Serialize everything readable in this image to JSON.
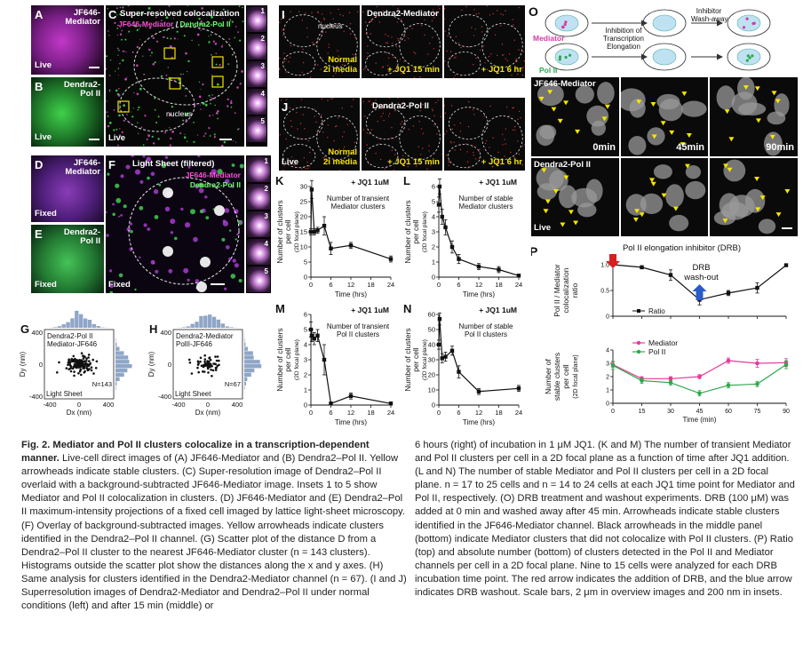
{
  "panels": {
    "A": {
      "letter": "A",
      "label": "JF646-\nMediator",
      "tag": "Live"
    },
    "B": {
      "letter": "B",
      "label": "Dendra2-\nPol II",
      "tag": "Live"
    },
    "C": {
      "letter": "C",
      "title": "Super-resolved colocalization",
      "sub_mag": "JF646-Mediator",
      "sub_sep": " / ",
      "sub_grn": "Dendra2-Pol II",
      "nucleus": "nucleus",
      "tag": "Live",
      "insets": [
        "1",
        "2",
        "3",
        "4",
        "5"
      ]
    },
    "D": {
      "letter": "D",
      "label": "JF646-\nMediator",
      "tag": "Fixed"
    },
    "E": {
      "letter": "E",
      "label": "Dendra2-\nPol II",
      "tag": "Fixed"
    },
    "F": {
      "letter": "F",
      "title": "Light Sheet (filtered)",
      "sub_mag": "JF646-Mediator",
      "sub_grn": "Dendra2-Pol II",
      "tag": "Fixed",
      "insets": [
        "1",
        "2",
        "3",
        "4",
        "5"
      ]
    },
    "G": {
      "letter": "G",
      "title": "Dendra2-Pol II\nMediator-JF646",
      "n": "N=143",
      "method": "Light Sheet"
    },
    "H": {
      "letter": "H",
      "title": "Dendra2-Mediator\nPolII-JF646",
      "n": "N=67",
      "method": "Light Sheet"
    },
    "I": {
      "letter": "I",
      "nucleus": "nucleus",
      "header": "Dendra2-Mediator",
      "c1": "Normal\n2i media",
      "c2": "+ JQ1  15 min",
      "c3": "+ JQ1  6 hr"
    },
    "J": {
      "letter": "J",
      "header": "Dendra2-Pol II",
      "c1": "Normal\n2i media",
      "c2": "+ JQ1  15 min",
      "c3": "+ JQ1  6 hr",
      "tag": "Live"
    },
    "O": {
      "letter": "O",
      "mediator": "Mediator",
      "polii": "Pol II",
      "step1": "Inhibition of\nTranscription\nElongation",
      "step2": "Inhibitor\nWash-away",
      "row1": "JF646-Mediator",
      "row2": "Dendra2-Pol II",
      "t0": "0min",
      "t45": "45min",
      "t90": "90min",
      "tag": "Live"
    }
  },
  "scatter": {
    "axis_x": "Dx (nm)",
    "axis_y": "Dy (nm)",
    "ticks_x": [
      "-400",
      "0",
      "400"
    ],
    "ticks_y": [
      "400",
      "0",
      "-400"
    ]
  },
  "chart_data": [
    {
      "id": "K",
      "type": "line",
      "letter": "K",
      "title": "+ JQ1  1uM",
      "annotation": "Number of transient\nMediator clusters",
      "ylabel": "Number of clusters\nper cell",
      "ylabel2": "(2D focal plane)",
      "xlabel": "Time (hrs)",
      "xlim": [
        0,
        24
      ],
      "ylim": [
        0,
        30
      ],
      "xticks": [
        0,
        6,
        12,
        18,
        24
      ],
      "yticks": [
        0,
        5,
        10,
        15,
        20,
        25,
        30
      ],
      "x": [
        0,
        0.25,
        1,
        2,
        4,
        6,
        12,
        24
      ],
      "y": [
        15,
        29,
        15,
        15.5,
        17,
        9.5,
        10.5,
        6
      ],
      "err": [
        1,
        3,
        1,
        1,
        3,
        2,
        1,
        1
      ]
    },
    {
      "id": "L",
      "type": "line",
      "letter": "L",
      "title": "+ JQ1  1uM",
      "annotation": "Number of stable\nMediator clusters",
      "ylabel": "Number of clusters\nper cell",
      "ylabel2": "(2D focal plane)",
      "xlabel": "Time (hrs)",
      "xlim": [
        0,
        24
      ],
      "ylim": [
        0,
        6
      ],
      "xticks": [
        0,
        6,
        12,
        18,
        24
      ],
      "yticks": [
        0,
        1,
        2,
        3,
        4,
        5,
        6
      ],
      "x": [
        0,
        0.25,
        1,
        2,
        4,
        6,
        12,
        18,
        24
      ],
      "y": [
        4.8,
        6,
        4,
        3.3,
        2,
        1.2,
        0.7,
        0.5,
        0.1
      ],
      "err": [
        0.5,
        0.5,
        0.5,
        0.5,
        0.4,
        0.3,
        0.2,
        0.2,
        0.1
      ]
    },
    {
      "id": "M",
      "type": "line",
      "letter": "M",
      "title": "+ JQ1  1uM",
      "annotation": "Number of transient\nPol II clusters",
      "ylabel": "Number of clusters\nper cell",
      "ylabel2": "(2D focal plane)",
      "xlabel": "Time (hrs)",
      "xlim": [
        0,
        24
      ],
      "ylim": [
        0,
        6
      ],
      "xticks": [
        0,
        6,
        12,
        18,
        24
      ],
      "yticks": [
        0,
        1,
        2,
        3,
        4,
        5,
        6
      ],
      "x": [
        0,
        0.25,
        1,
        2,
        4,
        6,
        12,
        24
      ],
      "y": [
        5,
        4.6,
        4.4,
        4.6,
        3,
        0.1,
        0.6,
        0.1
      ],
      "err": [
        0.5,
        0.4,
        0.4,
        0.4,
        1,
        0.1,
        0.2,
        0.1
      ]
    },
    {
      "id": "N",
      "type": "line",
      "letter": "N",
      "title": "+ JQ1  1uM",
      "annotation": "Number of stable\nPol II clusters",
      "ylabel": "Number of clusters\nper cell",
      "ylabel2": "(2D focal plane)",
      "xlabel": "Time (hrs)",
      "xlim": [
        0,
        24
      ],
      "ylim": [
        0,
        60
      ],
      "xticks": [
        0,
        6,
        12,
        18,
        24
      ],
      "yticks": [
        0,
        10,
        20,
        30,
        40,
        50,
        60
      ],
      "x": [
        0,
        0.25,
        1,
        2,
        4,
        6,
        12,
        24
      ],
      "y": [
        40,
        57,
        31,
        32,
        36,
        22,
        9,
        11
      ],
      "err": [
        3,
        4,
        3,
        3,
        3,
        4,
        2,
        2
      ]
    },
    {
      "id": "P1",
      "type": "line",
      "letter": "P",
      "title": "Pol II elongation inhibitor (DRB)",
      "annotation": "DRB\nwash-out",
      "legend": [
        "Ratio"
      ],
      "ylabel": "Pol II / Mediator\ncolocalization\nratio",
      "xlim": [
        0,
        90
      ],
      "ylim": [
        0,
        1
      ],
      "xticks": [
        0,
        15,
        30,
        45,
        60,
        75,
        90
      ],
      "yticks": [
        "0",
        "0.5",
        "1.0"
      ],
      "x": [
        0,
        15,
        30,
        45,
        60,
        75,
        90
      ],
      "y": [
        1.0,
        0.95,
        0.8,
        0.32,
        0.45,
        0.55,
        0.99
      ],
      "err": [
        0.02,
        0.03,
        0.1,
        0.1,
        0.05,
        0.1,
        0.02
      ]
    },
    {
      "id": "P2",
      "type": "line",
      "letter": "",
      "xlabel": "Time (min)",
      "ylabel": "Number of\nstable clusters\nper cell",
      "ylabel2": "(2D focal plane)",
      "xlim": [
        0,
        90
      ],
      "ylim": [
        0,
        4
      ],
      "xticks": [
        0,
        15,
        30,
        45,
        60,
        75,
        90
      ],
      "yticks": [
        0,
        1,
        2,
        3,
        4
      ],
      "series": [
        {
          "name": "Mediator",
          "color": "#e8389b",
          "x": [
            0,
            15,
            30,
            45,
            60,
            75,
            90
          ],
          "y": [
            2.9,
            1.85,
            1.85,
            2.0,
            3.2,
            3.0,
            3.05
          ],
          "err": [
            0.2,
            0.15,
            0.15,
            0.15,
            0.2,
            0.3,
            0.3
          ]
        },
        {
          "name": "Pol II",
          "color": "#2ea84a",
          "x": [
            0,
            15,
            30,
            45,
            60,
            75,
            90
          ],
          "y": [
            2.85,
            1.7,
            1.55,
            0.75,
            1.35,
            1.45,
            2.9
          ],
          "err": [
            0.3,
            0.2,
            0.2,
            0.2,
            0.2,
            0.2,
            0.3
          ]
        }
      ]
    }
  ],
  "caption": {
    "fig": "Fig. 2.",
    "title": " Mediator and Pol II clusters colocalize in a transcription-dependent manner.",
    "left": " Live-cell direct images of (A) JF646-Mediator and (B) Dendra2–Pol II. Yellow arrowheads indicate stable clusters. (C) Super-resolution image of Dendra2–Pol II overlaid with a background-subtracted JF646-Mediator image. Insets 1 to 5 show Mediator and Pol II colocalization in clusters. (D) JF646-Mediator and (E) Dendra2–Pol II maximum-intensity projections of a fixed cell imaged by lattice light-sheet microscopy. (F) Overlay of background-subtracted images. Yellow arrowheads indicate clusters identified in the Dendra2–Pol II channel. (G) Scatter plot of the distance D from a Dendra2–Pol II cluster to the nearest JF646-Mediator cluster (n = 143 clusters). Histograms outside the scatter plot show the distances along the x and y axes. (H) Same analysis for clusters identified in the Dendra2-Mediator channel (n = 67). (I and J) Superresolution images of Dendra2-Mediator and Dendra2–Pol II under normal conditions (left) and after 15 min (middle) or",
    "right": "6 hours (right) of incubation in 1 μM JQ1. (K and M) The number of transient Mediator and Pol II clusters per cell in a 2D focal plane as a function of time after JQ1 addition. (L and N) The number of stable Mediator and Pol II clusters per cell in a 2D focal plane. n = 17 to 25 cells and n = 14 to 24 cells at each JQ1 time point for Mediator and Pol II, respectively. (O) DRB treatment and washout experiments. DRB (100 μM) was added at 0 min and washed away after 45 min. Arrowheads indicate stable clusters identified in the JF646-Mediator channel. Black arrowheads in the middle panel (bottom) indicate Mediator clusters that did not colocalize with Pol II clusters. (P) Ratio (top) and absolute number (bottom) of clusters detected in the Pol II and Mediator channels per cell in a 2D focal plane. Nine to 15 cells were analyzed for each DRB incubation time point. The red arrow indicates the addition of DRB, and the blue arrow indicates DRB washout. Scale bars, 2 μm in overview images and 200 nm in insets."
  }
}
